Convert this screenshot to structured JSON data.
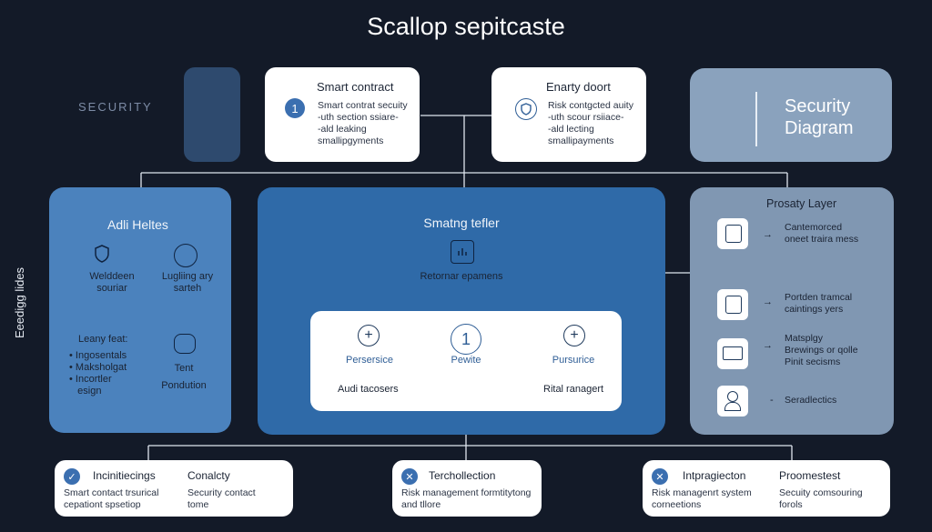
{
  "title": "Scallop sepitcaste",
  "side_label": "Eeedigg lides",
  "security_label": "SECURITY",
  "top_cards": [
    {
      "badge": "1",
      "title": "Smart contract",
      "lines": [
        "Smart contrat secuity",
        "-uth section ssiare-",
        "-ald leaking",
        "smallipgyments"
      ]
    },
    {
      "title": "Enarty doort",
      "lines": [
        "Risk contgcted auity",
        "-uth scour rsiiace-",
        "-ald lecting",
        "smallipayments"
      ]
    }
  ],
  "security_diagram": {
    "line1": "Security",
    "line2": "Diagram"
  },
  "left_panel": {
    "title": "Adli Heltes",
    "col1_title": [
      "Welddeen",
      "souriar"
    ],
    "col2_title": [
      "Lugliing ary",
      "sarteh"
    ],
    "col1_sub": "Leany feat:",
    "col1_items": [
      "Ingosentals",
      "Maksholgat",
      "Incortler",
      "esign"
    ],
    "col2_bottom": [
      "Tent",
      "Pondution"
    ]
  },
  "center_panel": {
    "title": "Smatng tefler",
    "subtitle": "Retornar epamens",
    "inner": {
      "items": [
        {
          "icon": "+",
          "label": "Persersice"
        },
        {
          "icon": "1",
          "label": "Pewite"
        },
        {
          "icon": "+",
          "label": "Pursurice"
        }
      ],
      "bottom_left": "Audi tacosers",
      "bottom_right": "Rital ranagert"
    }
  },
  "right_panel": {
    "title": "Prosaty Layer",
    "rows": [
      {
        "lines": [
          "Cantemorced",
          "oneet traira mess"
        ]
      },
      {
        "lines": [
          "Portden tramcal",
          "caintings yers"
        ]
      },
      {
        "lines": [
          "Matsplgy",
          "Brewings or qolle",
          "Pinit secisms"
        ]
      },
      {
        "lines": [
          "Seradlectics"
        ]
      }
    ]
  },
  "bottom_cards": [
    {
      "icon": "✓",
      "title1": "Incinitiecings",
      "title2": "Conalcty",
      "line1": "Smart contact trsurical",
      "line2": "cepationt spsetiop",
      "line3": "Security contact",
      "line4": "tome"
    },
    {
      "icon": "✕",
      "title1": "Terchollection",
      "title2": "",
      "line1": "Risk management formtitytong",
      "line2": "and tllore",
      "line3": "",
      "line4": ""
    },
    {
      "icon": "✕",
      "title1": "Intpragiecton",
      "title2": "Proomestest",
      "line1": "Risk managenrt system",
      "line2": "corneetions",
      "line3": "Secuity comsouring",
      "line4": "forols"
    }
  ]
}
